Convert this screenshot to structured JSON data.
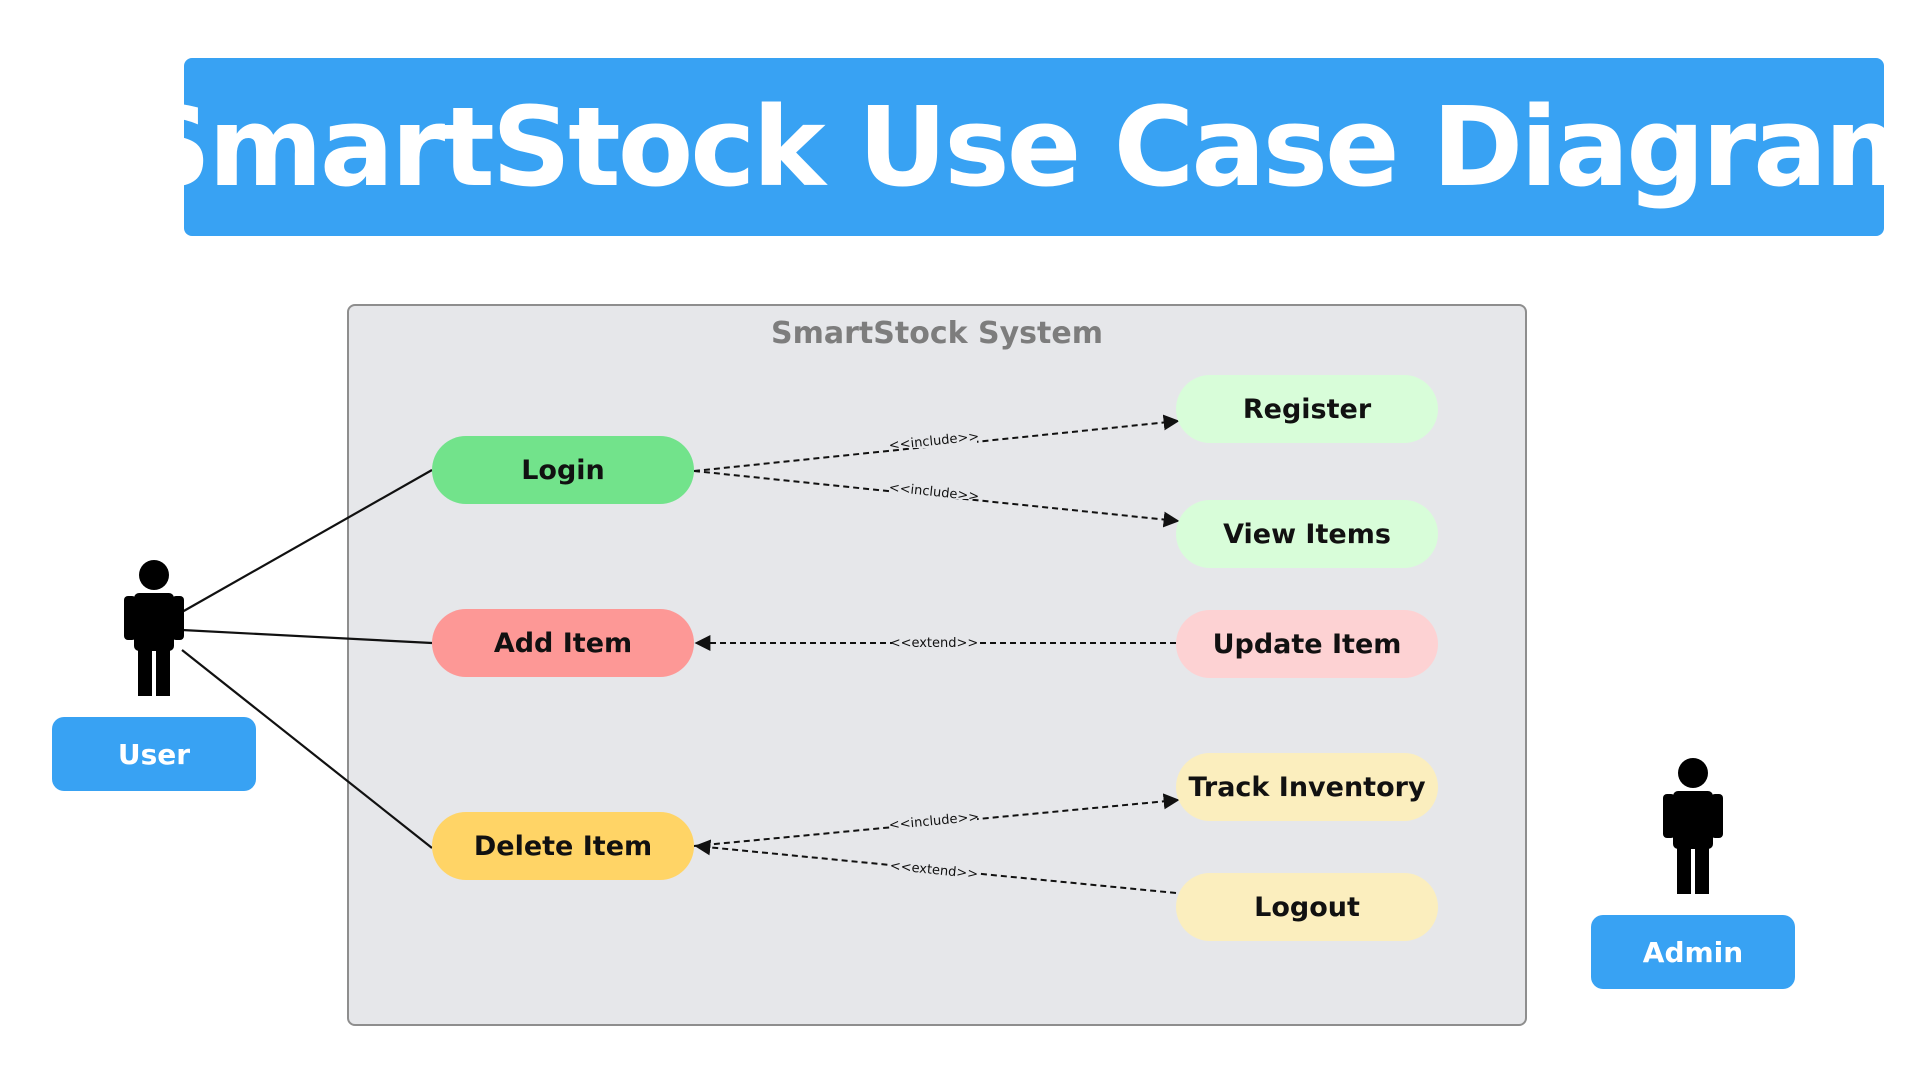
{
  "title": "SmartStock Use Case Diagram",
  "system": {
    "label": "SmartStock System"
  },
  "actors": [
    {
      "id": "user",
      "label": "User",
      "icon": "person-icon"
    },
    {
      "id": "admin",
      "label": "Admin",
      "icon": "person-icon"
    }
  ],
  "use_cases": [
    {
      "id": "login",
      "label": "Login",
      "color": "#72e38b"
    },
    {
      "id": "add_item",
      "label": "Add Item",
      "color": "#fd9896"
    },
    {
      "id": "delete_item",
      "label": "Delete Item",
      "color": "#ffd466"
    },
    {
      "id": "register",
      "label": "Register",
      "color": "#d8fdd9"
    },
    {
      "id": "view_items",
      "label": "View Items",
      "color": "#d8fdd9"
    },
    {
      "id": "update_item",
      "label": "Update Item",
      "color": "#fdd2d3"
    },
    {
      "id": "track_inventory",
      "label": "Track Inventory",
      "color": "#fbeebe"
    },
    {
      "id": "logout",
      "label": "Logout",
      "color": "#fbeebe"
    }
  ],
  "relationships": [
    {
      "from": "user",
      "to": "login",
      "type": "association"
    },
    {
      "from": "user",
      "to": "add_item",
      "type": "association"
    },
    {
      "from": "user",
      "to": "delete_item",
      "type": "association"
    },
    {
      "from": "login",
      "to": "register",
      "type": "include",
      "label": "<<include>>"
    },
    {
      "from": "login",
      "to": "view_items",
      "type": "include",
      "label": "<<include>>"
    },
    {
      "from": "update_item",
      "to": "add_item",
      "type": "extend",
      "label": "<<extend>>"
    },
    {
      "from": "delete_item",
      "to": "track_inventory",
      "type": "include",
      "label": "<<include>>"
    },
    {
      "from": "logout",
      "to": "delete_item",
      "type": "extend",
      "label": "<<extend>>"
    }
  ]
}
